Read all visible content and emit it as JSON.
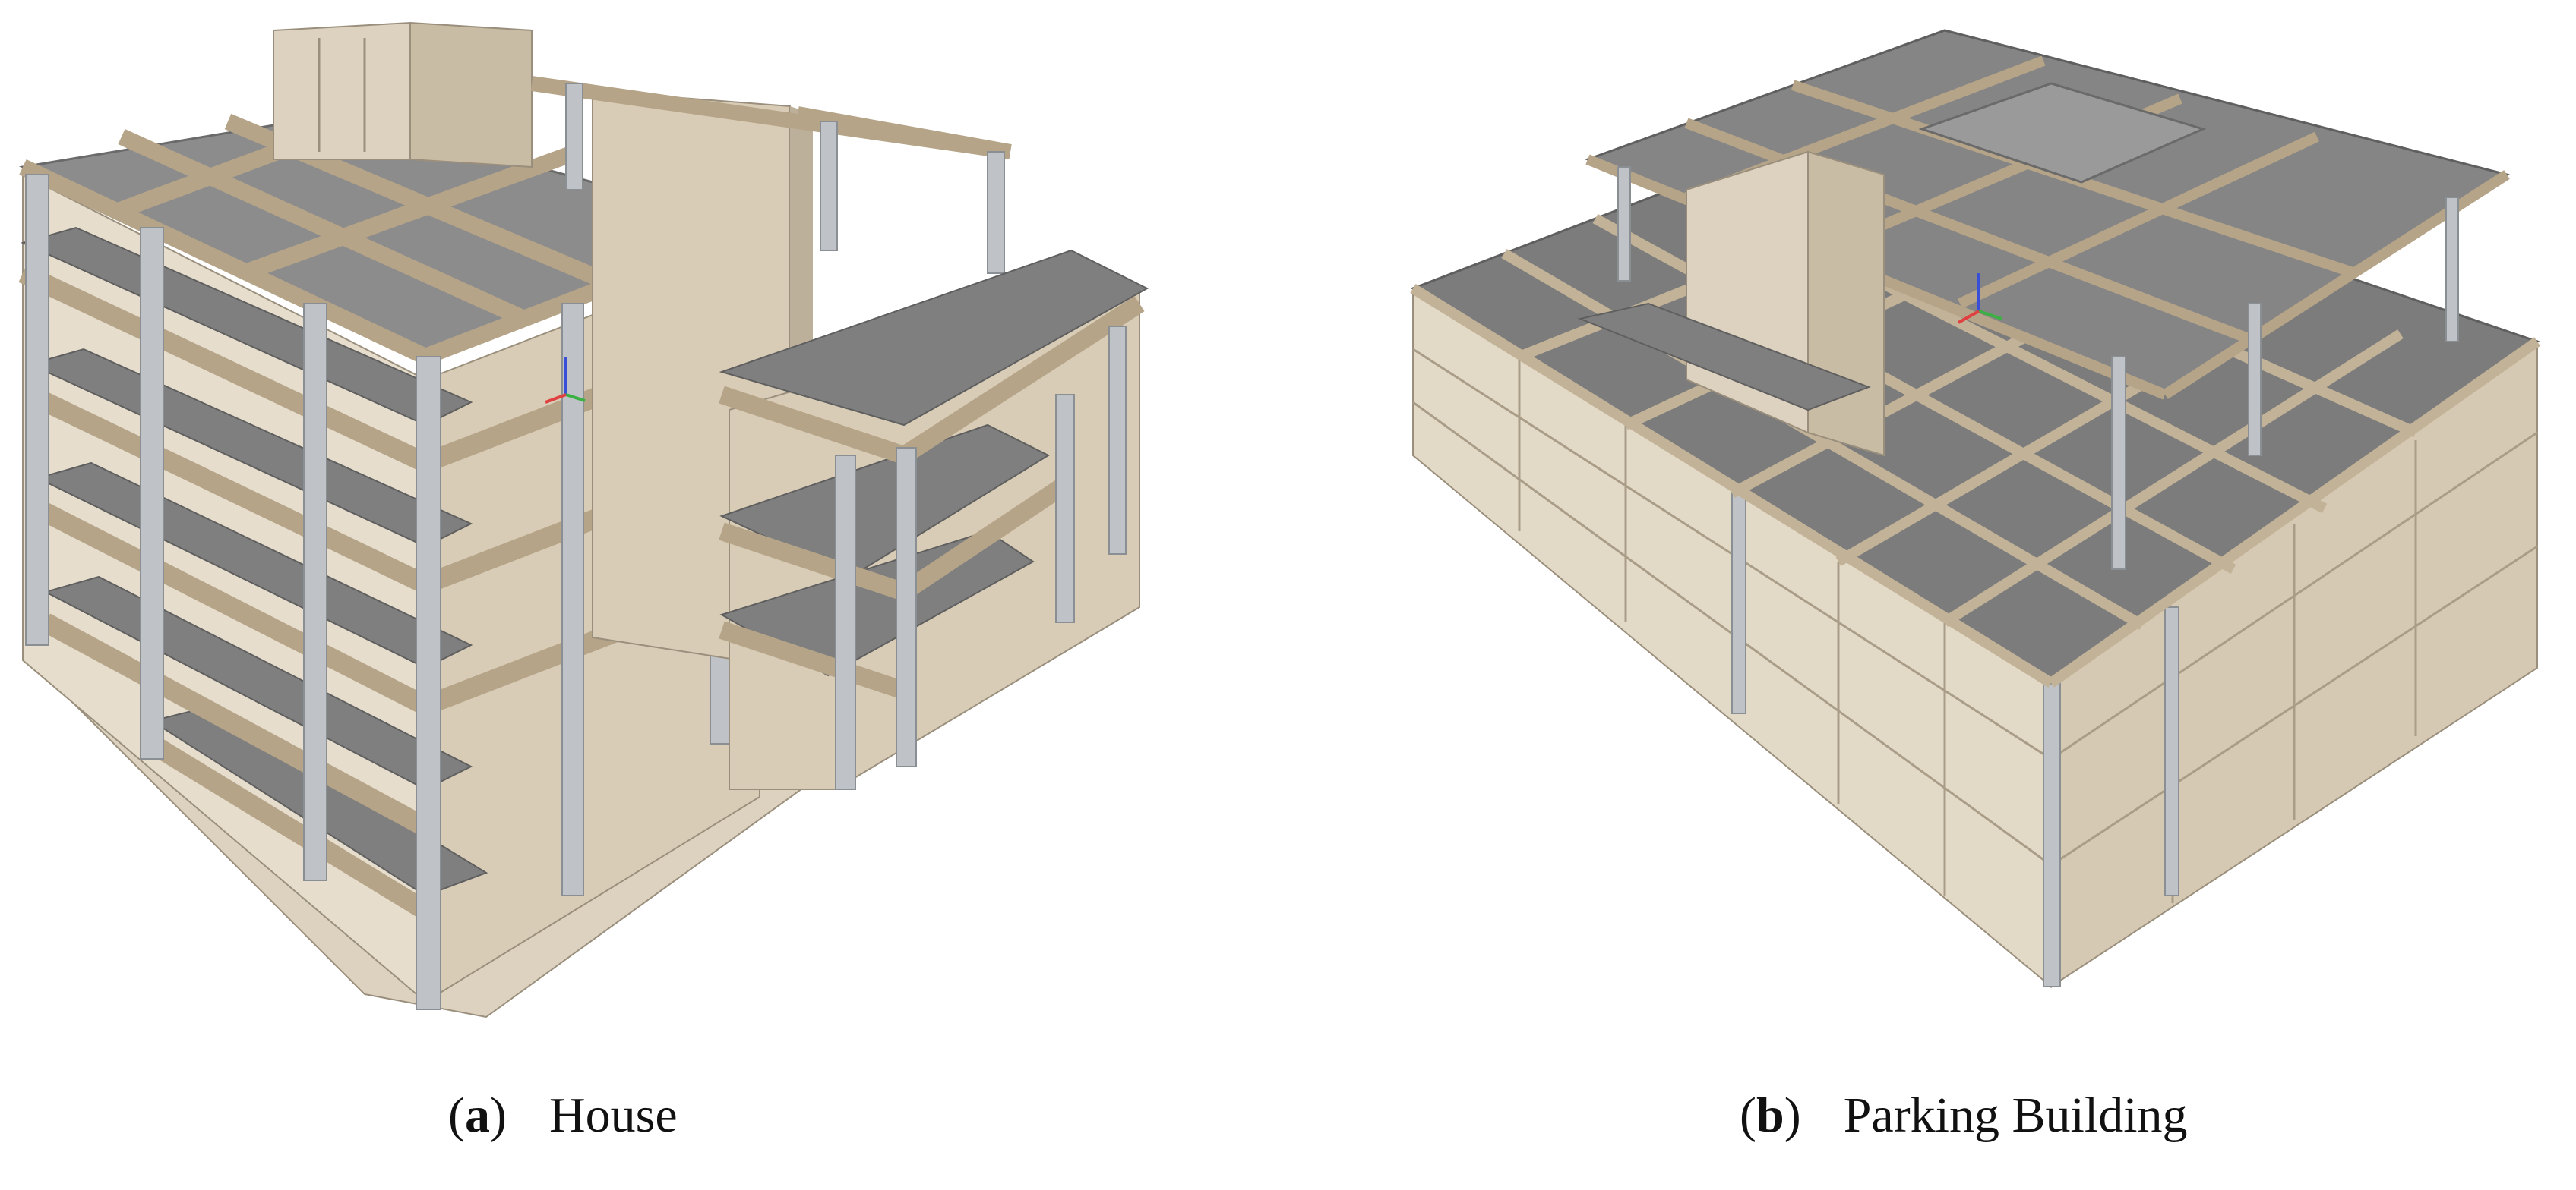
{
  "figure": {
    "panels": [
      {
        "letter": "a",
        "label": "House"
      },
      {
        "letter": "b",
        "label": "Parking Building"
      }
    ]
  },
  "colors": {
    "slab": "#8c8c8c",
    "slab_dark": "#7a7a7a",
    "beam": "#b5a488",
    "beam_light": "#cbbfa6",
    "wall": "#ddd2bf",
    "wall_shade": "#c9bca5",
    "column": "#bfc3c7",
    "column_dark": "#9ea3a8",
    "axis_x": "#e04040",
    "axis_y": "#3cb043",
    "axis_z": "#3a4fd8"
  }
}
